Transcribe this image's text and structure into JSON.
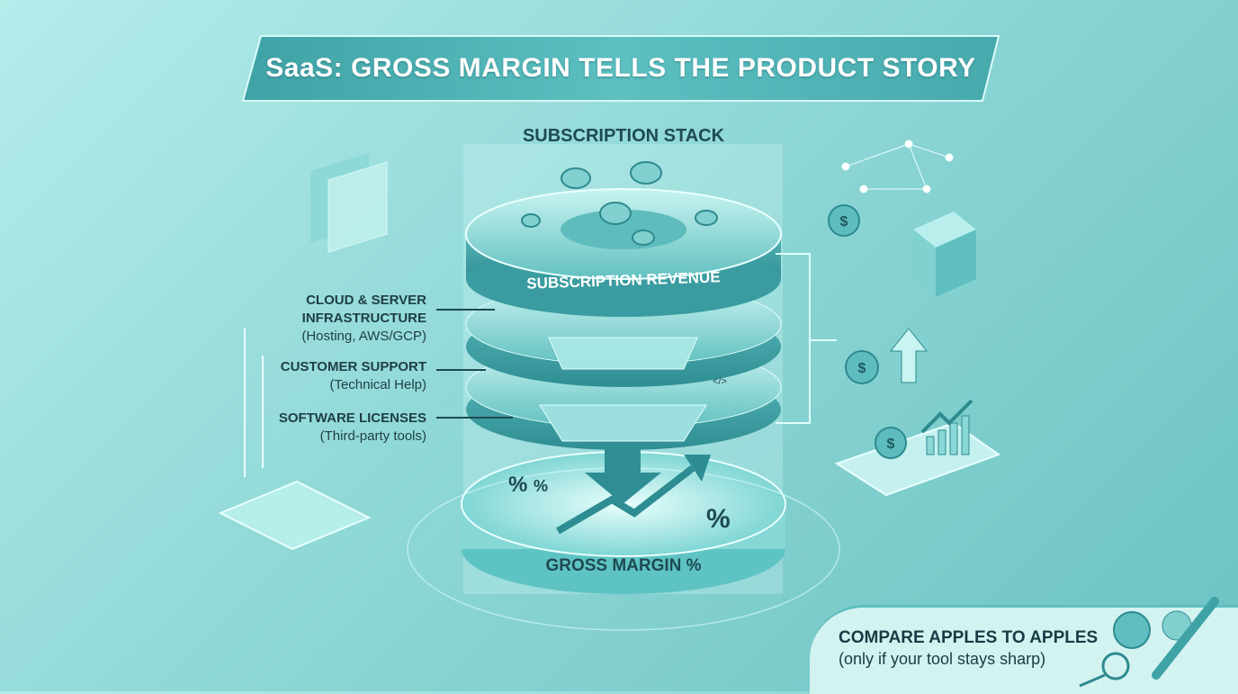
{
  "banner": {
    "title": "SaaS: GROSS MARGIN TELLS THE PRODUCT STORY"
  },
  "stack": {
    "title": "SUBSCRIPTION STACK",
    "revenue_label": "SUBSCRIPTION REVENUE",
    "result_label": "GROSS MARGIN %",
    "percent_symbol": "%"
  },
  "costs": [
    {
      "title_line1": "CLOUD & SERVER",
      "title_line2": "INFRASTRUCTURE",
      "detail": "(Hosting, AWS/GCP)"
    },
    {
      "title_line1": "CUSTOMER SUPPORT",
      "detail": "(Technical Help)"
    },
    {
      "title_line1": "SOFTWARE LICENSES",
      "detail": "(Third-party tools)"
    }
  ],
  "footer": {
    "heading": "COMPARE APPLES TO APPLES",
    "subtext": "(only if your tool stays sharp)"
  },
  "icons": {
    "dollar": "$",
    "code": "</>"
  },
  "colors": {
    "accent": "#4fb3b5",
    "dark": "#1e4a52",
    "bg": "#a8e4e2"
  }
}
